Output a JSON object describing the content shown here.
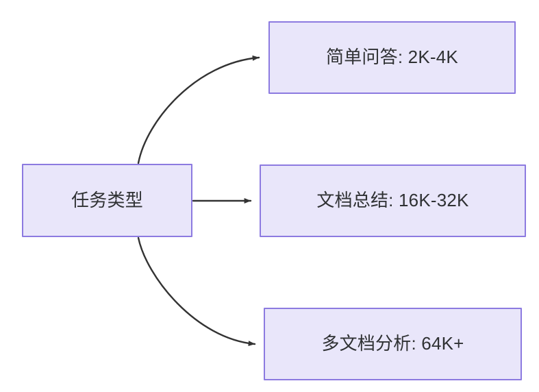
{
  "diagram": {
    "type": "flowchart",
    "direction": "left-to-right",
    "background_color": "#ffffff",
    "node_fill_color": "#e9e6fa",
    "node_border_color": "#8c7ae0",
    "node_text_color": "#2f3133",
    "edge_color": "#333333",
    "nodes": [
      {
        "id": "source",
        "label": "任务类型"
      },
      {
        "id": "simple",
        "label": "简单问答: 2K-4K"
      },
      {
        "id": "doc",
        "label": "文档总结: 16K-32K"
      },
      {
        "id": "multidoc",
        "label": "多文档分析: 64K+"
      }
    ],
    "edges": [
      {
        "id": "edge-source-simple",
        "from": "source",
        "to": "simple",
        "label": "",
        "style": "curved",
        "arrowhead": "solid-triangle"
      },
      {
        "id": "edge-source-doc",
        "from": "source",
        "to": "doc",
        "label": "",
        "style": "straight",
        "arrowhead": "solid-triangle"
      },
      {
        "id": "edge-source-multidoc",
        "from": "source",
        "to": "multidoc",
        "label": "",
        "style": "curved",
        "arrowhead": "solid-triangle"
      }
    ]
  }
}
